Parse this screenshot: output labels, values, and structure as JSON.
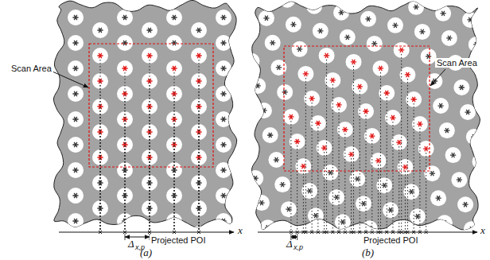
{
  "diagram": {
    "labels": [
      "Scan Area",
      "x",
      "Δ",
      "x,p",
      "Projected POI",
      "(a)",
      "Scan Area",
      "x",
      "Projected POI",
      "Δ",
      "x,p",
      "(b)"
    ]
  }
}
